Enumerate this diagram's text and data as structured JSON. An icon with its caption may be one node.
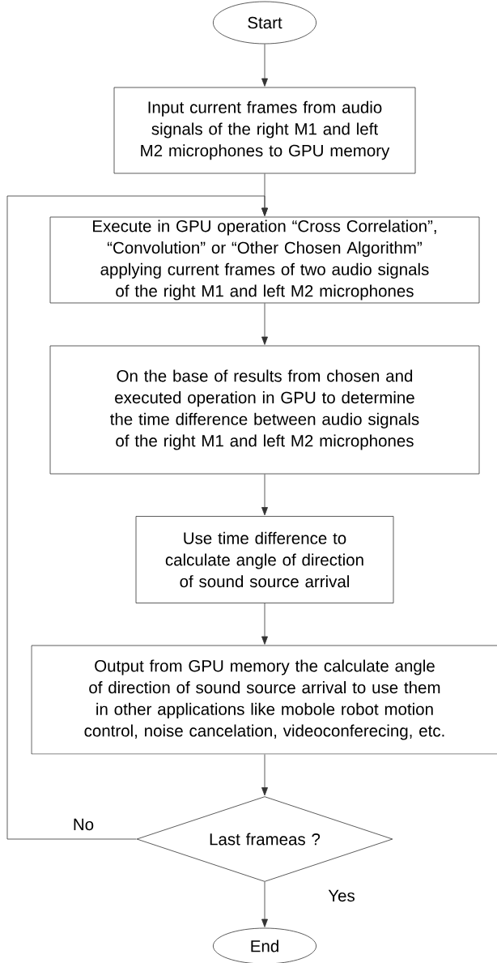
{
  "diagram": {
    "nodes": [
      {
        "text": [
          "Start"
        ]
      },
      {
        "text": [
          "Input current frames from audio signals of the right M1 and left M2 microphones to GPU memory"
        ]
      },
      {
        "text": [
          "Execute in GPU operation “Cross Correlation”, “Convolution” or “Other Chosen Algorithm” applying current frames of two audio signals of the right M1 and left M2 microphones"
        ]
      },
      {
        "text": [
          "On the base of results from chosen and executed operation in GPU to determine the time difference between audio signals of the right M1 and left M2 microphones"
        ]
      },
      {
        "text": [
          "Use time difference to calculate angle of direction of sound source arrival"
        ]
      },
      {
        "text": [
          "Output from GPU memory the calculate angle of direction of sound source arrival to use them in other applications like mobole robot motion control, noise cancelation, videoconferecing, etc."
        ]
      },
      {
        "text": [
          "Last frameas ?"
        ]
      },
      {
        "text": [
          "End"
        ]
      }
    ],
    "edges": [
      {
        "from": 0,
        "to": 1,
        "arrow": "to"
      },
      {
        "from": 1,
        "to": 2,
        "arrow": "to"
      },
      {
        "from": 2,
        "to": 3,
        "arrow": "to"
      },
      {
        "from": 3,
        "to": 4,
        "arrow": "to"
      },
      {
        "from": 4,
        "to": 5,
        "arrow": "to"
      },
      {
        "from": 5,
        "to": 6,
        "arrow": "to"
      },
      {
        "from": 6,
        "to": 7,
        "arrow": "to",
        "label": "Yes"
      },
      {
        "from": 6,
        "to": 2,
        "arrow": "to",
        "label": "No"
      }
    ]
  }
}
